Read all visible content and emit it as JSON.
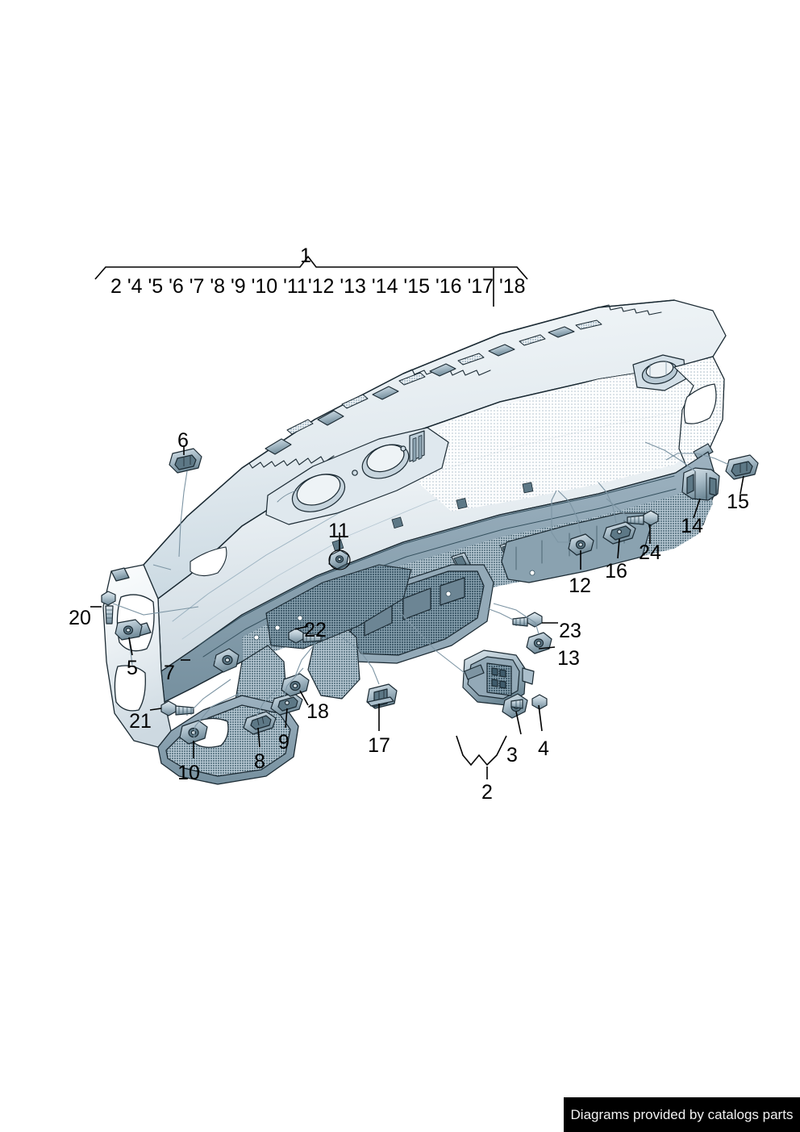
{
  "diagram": {
    "title": "Dashboard / instrument panel assembly exploded parts diagram",
    "main_bracket": {
      "top_number": "1",
      "parts_list": "2 '4  '5 '6  '7 '8 '9  '10  '11'12  '13  '14  '15  '16  '17 '18"
    },
    "callouts": [
      {
        "id": "c1",
        "label": "1"
      },
      {
        "id": "c2",
        "label": "2"
      },
      {
        "id": "c3",
        "label": "3"
      },
      {
        "id": "c4",
        "label": "4"
      },
      {
        "id": "c5",
        "label": "5"
      },
      {
        "id": "c6",
        "label": "6"
      },
      {
        "id": "c7",
        "label": "7"
      },
      {
        "id": "c8",
        "label": "8"
      },
      {
        "id": "c9",
        "label": "9"
      },
      {
        "id": "c10",
        "label": "10"
      },
      {
        "id": "c11",
        "label": "11"
      },
      {
        "id": "c12",
        "label": "12"
      },
      {
        "id": "c13",
        "label": "13"
      },
      {
        "id": "c14",
        "label": "14"
      },
      {
        "id": "c15",
        "label": "15"
      },
      {
        "id": "c16",
        "label": "16"
      },
      {
        "id": "c17",
        "label": "17"
      },
      {
        "id": "c18",
        "label": "18"
      },
      {
        "id": "c20",
        "label": "20"
      },
      {
        "id": "c21",
        "label": "21"
      },
      {
        "id": "c22",
        "label": "22"
      },
      {
        "id": "c23",
        "label": "23"
      },
      {
        "id": "c24",
        "label": "24"
      }
    ],
    "colors": {
      "outline": "#1b2a33",
      "panel_light": "#e8eef2",
      "panel_mid": "#c3d2db",
      "panel_dark": "#8fa6b4",
      "panel_darker": "#6d8796",
      "shadow": "#5b7483",
      "white": "#ffffff",
      "leader_line": "#7d95a4"
    }
  },
  "watermark": {
    "text": "Diagrams provided by catalogs parts",
    "background": "#000000",
    "color": "#f2f2f2"
  }
}
